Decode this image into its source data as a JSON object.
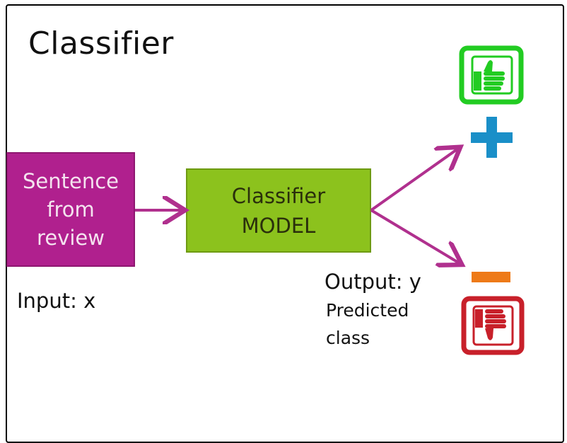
{
  "title": "Classifier",
  "input_box": {
    "line1": "Sentence",
    "line2": "from",
    "line3": "review"
  },
  "model_box": {
    "line1": "Classifier",
    "line2": "MODEL"
  },
  "input_label": "Input:  x",
  "output_label": "Output:  y",
  "predicted_label": {
    "line1": "Predicted",
    "line2": "class"
  },
  "colors": {
    "input_box": "#b0208e",
    "model_box": "#8cc21d",
    "arrow": "#b0308e",
    "positive_thumb": "#22cc22",
    "plus_sign": "#1a8fc8",
    "minus_sign": "#ee7a18",
    "negative_thumb": "#c8202a"
  },
  "icons": [
    "thumbs-up-icon",
    "plus-icon",
    "minus-icon",
    "thumbs-down-icon"
  ]
}
